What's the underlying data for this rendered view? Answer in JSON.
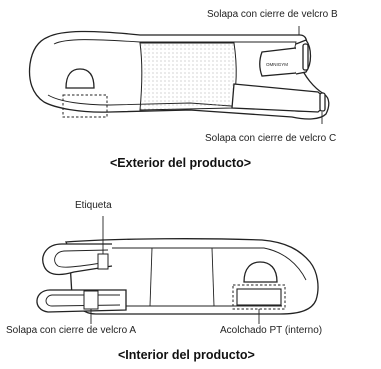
{
  "exterior": {
    "labels": {
      "strap_b": "Solapa con cierre de velcro B",
      "strap_c": "Solapa con cierre de velcro C"
    },
    "product_mark": "OMNIGYM",
    "caption": "<Exterior del producto>"
  },
  "interior": {
    "labels": {
      "etiqueta": "Etiqueta",
      "strap_a": "Solapa con cierre de velcro A",
      "pad": "Acolchado PT (interno)"
    },
    "caption": "<Interior del producto>"
  }
}
